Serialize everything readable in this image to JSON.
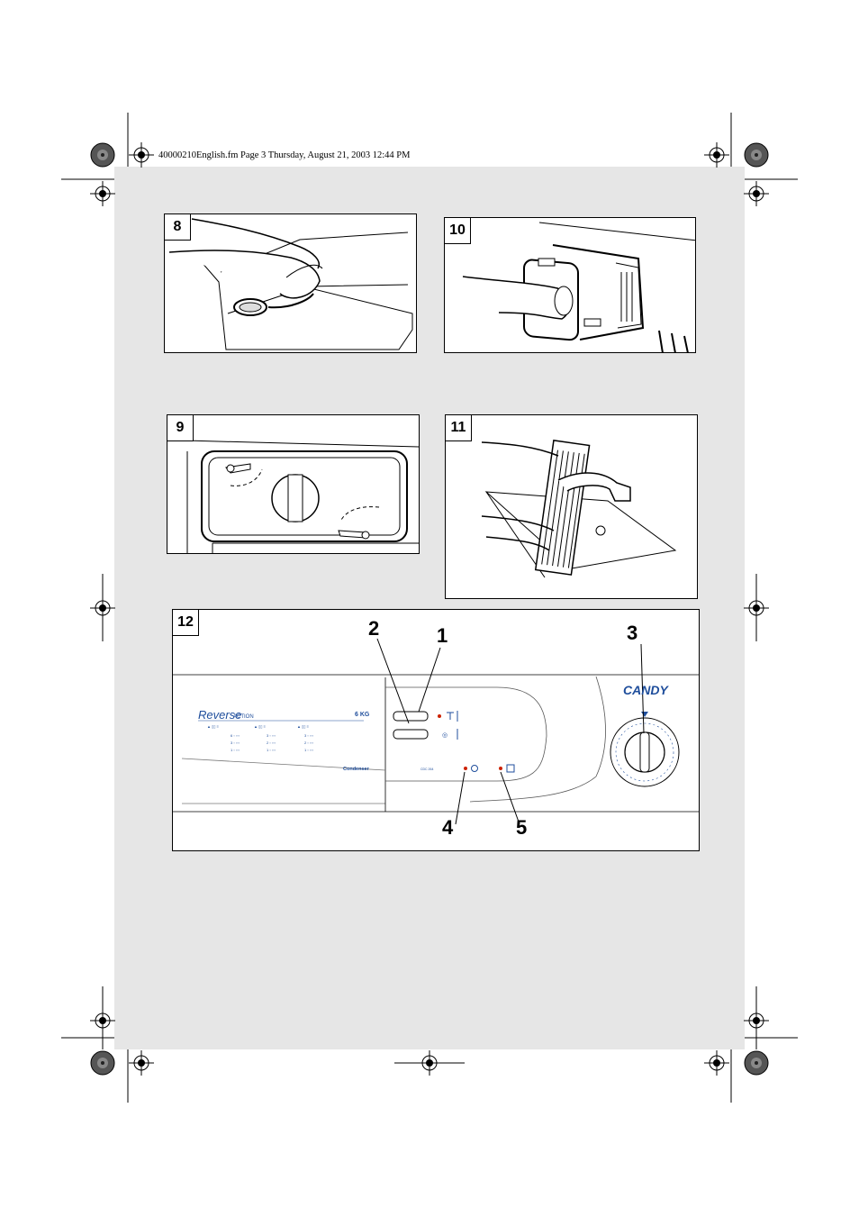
{
  "header": {
    "file_info": "40000210English.fm  Page 3  Thursday, August 21, 2003  12:44 PM"
  },
  "figures": [
    {
      "number": "8",
      "subject": "hand-wiping-door-seal"
    },
    {
      "number": "10",
      "subject": "hand-removing-water-container"
    },
    {
      "number": "9",
      "subject": "filter-cover-latches"
    },
    {
      "number": "11",
      "subject": "rinsing-filter-under-tap"
    },
    {
      "number": "12",
      "subject": "control-panel"
    }
  ],
  "panel": {
    "callouts": [
      "1",
      "2",
      "3",
      "4",
      "5"
    ],
    "brand": "CANDY",
    "model_script": "Reverse",
    "model_word": "ACTION",
    "capacity": "6 KG",
    "condenser": "Condenser",
    "model_code": "CDC 264"
  },
  "colors": {
    "page_background": "#e6e6e6",
    "panel_text": "#1f4e9c",
    "indicator_led": "#cc2200"
  }
}
